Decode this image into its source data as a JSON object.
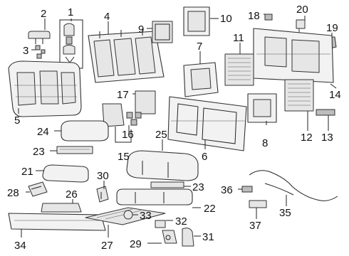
{
  "callouts": {
    "c1": "1",
    "c2": "2",
    "c3": "3",
    "c4": "4",
    "c5": "5",
    "c6": "6",
    "c7": "7",
    "c8": "8",
    "c9": "9",
    "c10": "10",
    "c11": "11",
    "c12": "12",
    "c13": "13",
    "c14": "14",
    "c15": "15",
    "c16": "16",
    "c17": "17",
    "c18": "18",
    "c19": "19",
    "c20": "20",
    "c21": "21",
    "c22": "22",
    "c23a": "23",
    "c23b": "23",
    "c24": "24",
    "c25": "25",
    "c26": "26",
    "c27": "27",
    "c28": "28",
    "c29": "29",
    "c30": "30",
    "c31": "31",
    "c32": "32",
    "c33": "33",
    "c34": "34",
    "c35": "35",
    "c36": "36",
    "c37": "37"
  }
}
